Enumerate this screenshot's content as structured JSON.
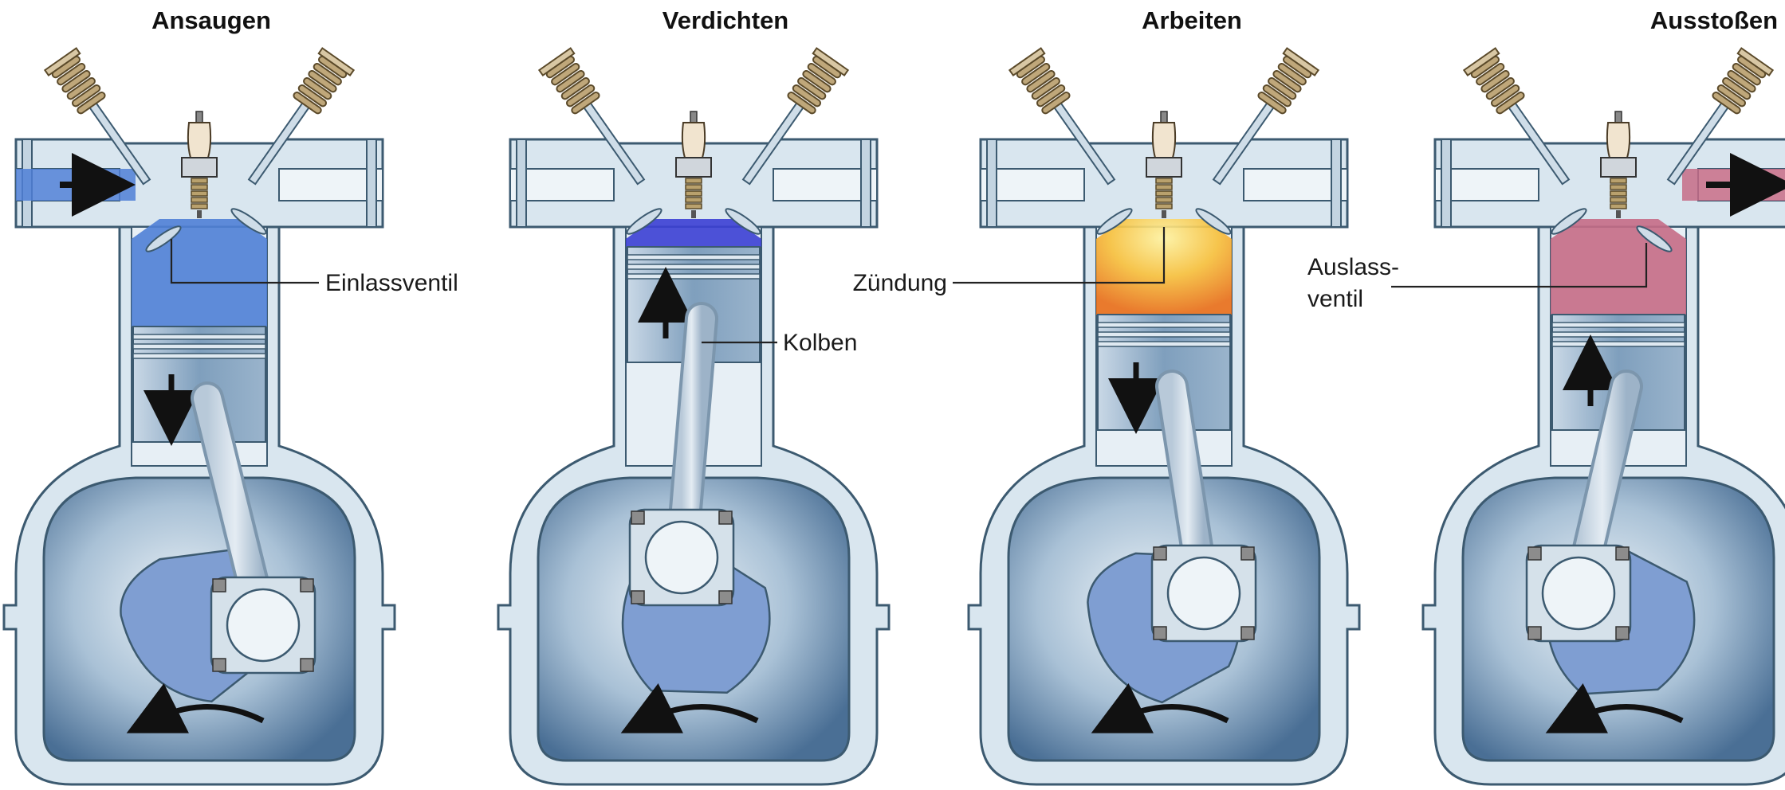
{
  "stages": [
    {
      "title": "Ansaugen",
      "chamber_color": "#4f7fd6",
      "piston_direction": "down",
      "valve_open": "intake"
    },
    {
      "title": "Verdichten",
      "chamber_color": "#3b3fd4",
      "piston_direction": "up",
      "valve_open": "none"
    },
    {
      "title": "Arbeiten",
      "chamber_color": "#f3a62a",
      "piston_direction": "down",
      "valve_open": "none"
    },
    {
      "title": "Ausstoßen",
      "chamber_color": "#c56b86",
      "piston_direction": "up",
      "valve_open": "exhaust"
    }
  ],
  "callouts": {
    "intake_valve": "Einlassventil",
    "piston": "Kolben",
    "ignition": "Zündung",
    "exhaust_valve_line1": "Auslass-",
    "exhaust_valve_line2": "ventil"
  },
  "colors": {
    "engine_wall": "#d9e6ef",
    "engine_outline": "#3c5a70",
    "crankcase_shadow": "#4a6f95",
    "piston": "#8aa9c4",
    "crank_web": "#7f9ed2",
    "intake_flow": "#4f7fd6",
    "exhaust_flow": "#c56b86"
  }
}
